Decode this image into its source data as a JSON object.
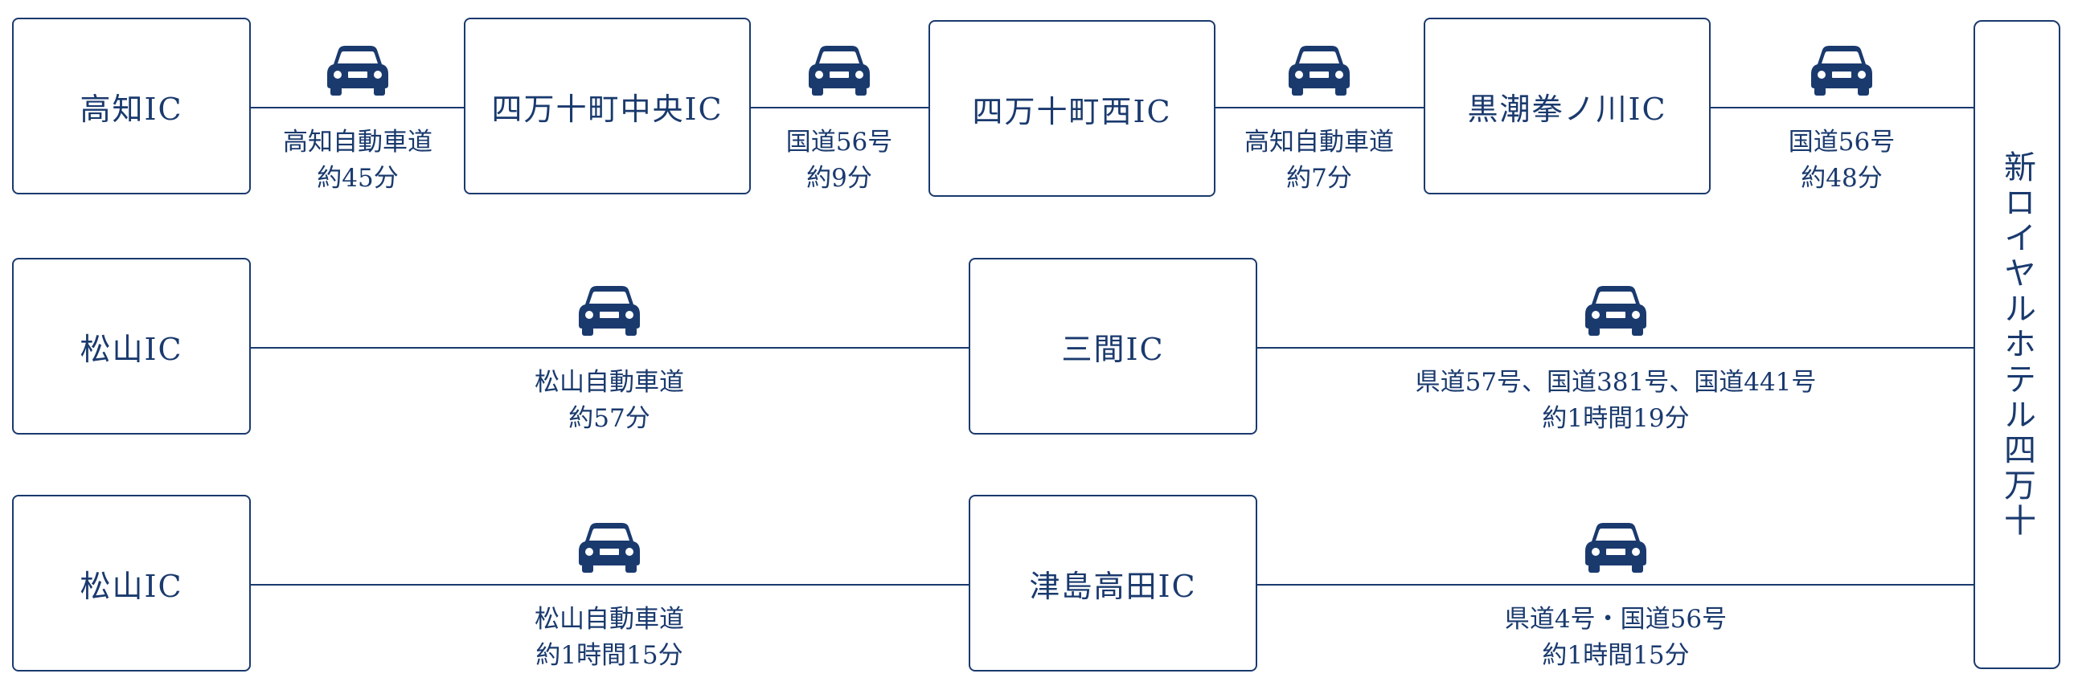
{
  "destination": "新ロイヤルホテル四万十",
  "routes": [
    {
      "nodes": [
        "高知IC",
        "四万十町中央IC",
        "四万十町西IC",
        "黒潮拳ノ川IC"
      ],
      "segments": [
        {
          "road": "高知自動車道",
          "time": "約45分"
        },
        {
          "road": "国道56号",
          "time": "約9分"
        },
        {
          "road": "高知自動車道",
          "time": "約7分"
        },
        {
          "road": "国道56号",
          "time": "約48分"
        }
      ]
    },
    {
      "nodes": [
        "松山IC",
        "三間IC"
      ],
      "segments": [
        {
          "road": "松山自動車道",
          "time": "約57分"
        },
        {
          "road": "県道57号、国道381号、国道441号",
          "time": "約1時間19分"
        }
      ]
    },
    {
      "nodes": [
        "松山IC",
        "津島高田IC"
      ],
      "segments": [
        {
          "road": "松山自動車道",
          "time": "約1時間15分"
        },
        {
          "road": "県道4号・国道56号",
          "time": "約1時間15分"
        }
      ]
    }
  ],
  "icons": {
    "segment_icon": "car-icon"
  },
  "colors": {
    "primary": "#1a3a6e"
  }
}
